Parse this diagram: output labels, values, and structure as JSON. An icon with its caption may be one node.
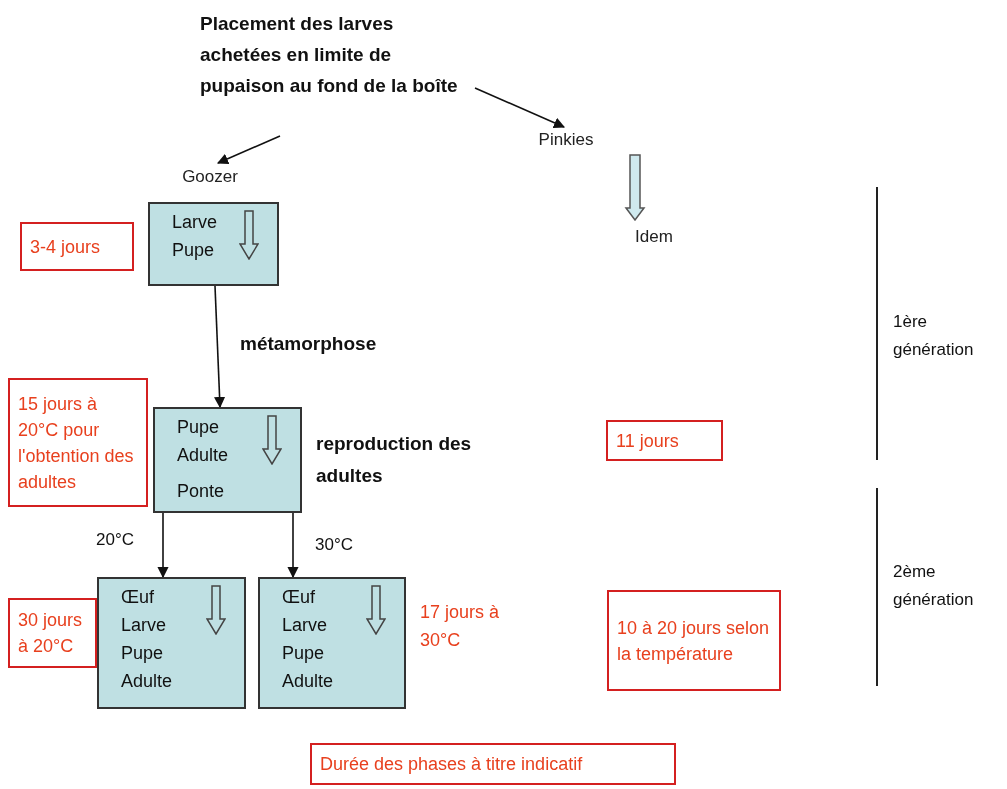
{
  "diagram": {
    "nodes": [
      {
        "text": [
          "Placement des larves achetées en limite de pupaison au fond de la boîte"
        ]
      },
      {
        "text": [
          "Goozer"
        ]
      },
      {
        "text": [
          "Pinkies"
        ]
      },
      {
        "text": [
          "Idem"
        ]
      },
      {
        "text": [
          "Larve",
          "Pupe"
        ]
      },
      {
        "text": [
          "3-4 jours"
        ]
      },
      {
        "text": [
          "Pupe",
          "Adulte",
          "Ponte"
        ],
        "beside": [
          "reproduction des adultes"
        ]
      },
      {
        "text": [
          "15 jours à 20°C pour l'obtention des adultes"
        ]
      },
      {
        "text": [
          "Œuf",
          "Larve",
          "Pupe",
          "Adulte"
        ]
      },
      {
        "text": [
          "Œuf",
          "Larve",
          "Pupe",
          "Adulte"
        ],
        "beside": [
          "17 jours à 30°C"
        ]
      },
      {
        "text": [
          "30 jours à 20°C"
        ]
      },
      {
        "text": [
          "11 jours"
        ]
      },
      {
        "text": [
          "10 à 20 jours selon la température"
        ]
      },
      {
        "text": [
          "Durée des phases à titre indicatif"
        ]
      }
    ],
    "edges": [
      {
        "from": 0,
        "to": 1,
        "arrow": "to"
      },
      {
        "from": 0,
        "to": 2,
        "arrow": "to"
      },
      {
        "from": 2,
        "to": 3,
        "arrow": "to",
        "style": "thick"
      },
      {
        "from": 4,
        "to": 6,
        "arrow": "to",
        "label": "métamorphose"
      },
      {
        "from": 6,
        "to": 8,
        "arrow": "to",
        "label": "20°C"
      },
      {
        "from": 6,
        "to": 9,
        "arrow": "to",
        "label": "30°C"
      }
    ],
    "labels": [
      "1ère génération",
      "2ème génération"
    ]
  }
}
